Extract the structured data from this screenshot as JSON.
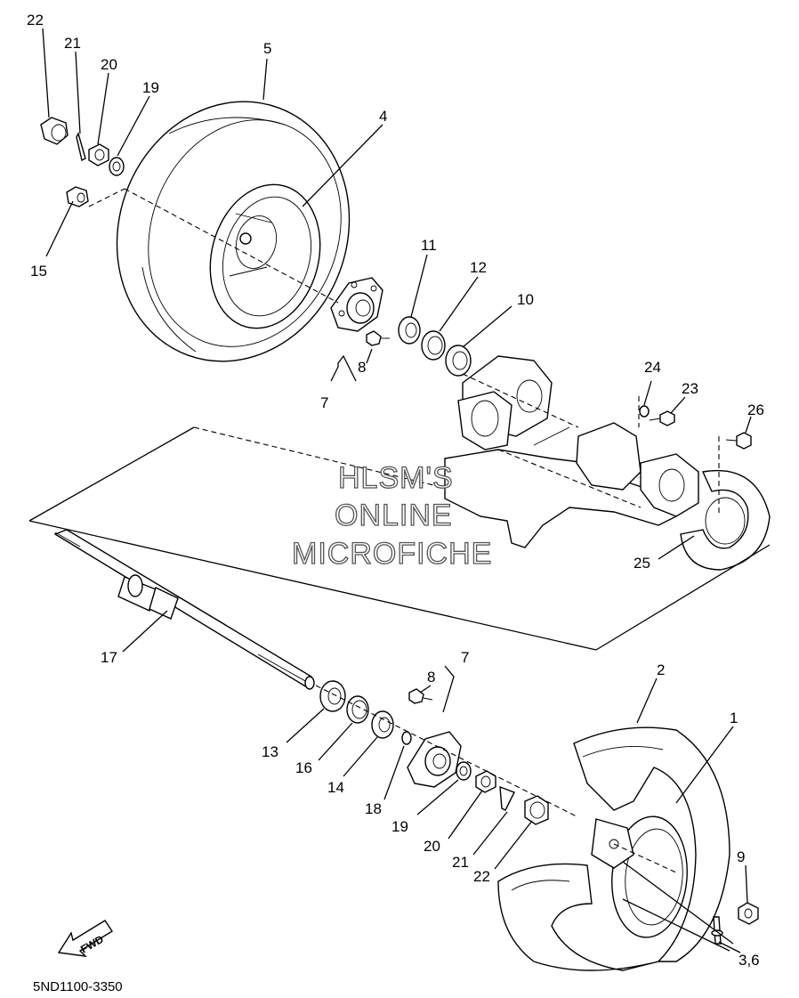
{
  "watermark": {
    "line1": "HLSM'S",
    "line2": "ONLINE",
    "line3": "MICROFICHE"
  },
  "document_number": "5ND1100-3350",
  "fwd_label": "FWD",
  "callouts": {
    "c22a": "22",
    "c21a": "21",
    "c20a": "20",
    "c19a": "19",
    "c5": "5",
    "c4": "4",
    "c15": "15",
    "c11": "11",
    "c12": "12",
    "c10": "10",
    "c8a": "8",
    "c7a": "7",
    "c24": "24",
    "c23": "23",
    "c26": "26",
    "c25": "25",
    "c17": "17",
    "c7b": "7",
    "c8b": "8",
    "c2": "2",
    "c1": "1",
    "c13": "13",
    "c16": "16",
    "c14": "14",
    "c18": "18",
    "c19b": "19",
    "c20b": "20",
    "c21b": "21",
    "c22b": "22",
    "c9": "9",
    "c36": "3,6"
  }
}
